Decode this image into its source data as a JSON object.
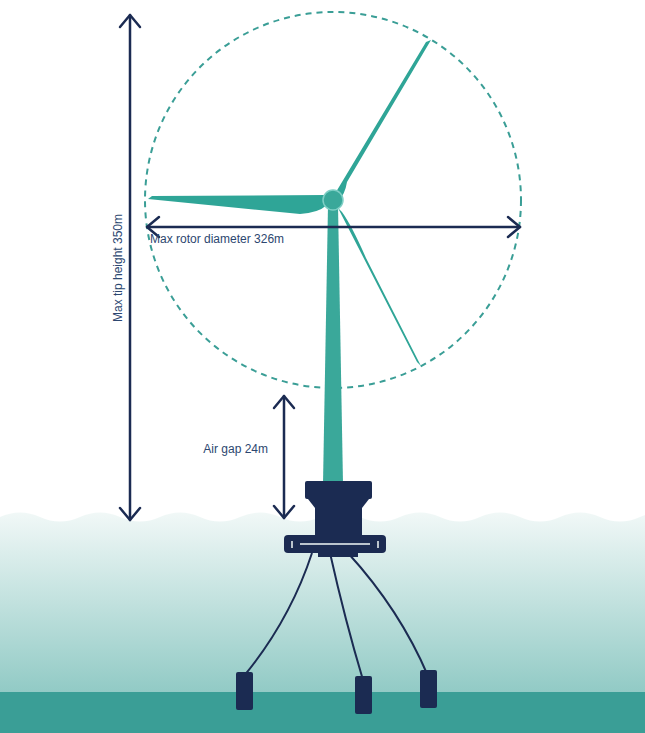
{
  "diagram": {
    "labels": [
      "Max tip height 350m",
      "Max rotor diameter 326m",
      "Air gap 24m"
    ]
  }
}
